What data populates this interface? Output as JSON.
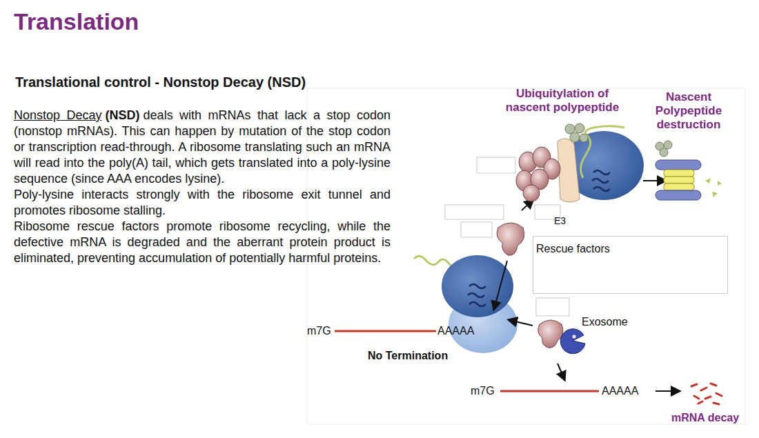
{
  "diagram": {
    "title": "Translation",
    "nodes": [
      {
        "text": [
          "Rescue factors"
        ]
      }
    ],
    "labels": [
      "Translational control - Nonstop Decay (NSD)",
      "Nonstop Decay",
      "(NSD)",
      "deals with mRNAs that lack a stop codon (nonstop mRNAs). This can happen by mutation of the stop codon or transcription read-through. A ribosome translating such an mRNA will read into the poly(A) tail, which gets translated into a poly-lysine sequence (since AAA encodes lysine).",
      "Poly-lysine interacts strongly with the ribosome exit tunnel and promotes ribosome stalling.",
      "Ribosome rescue factors promote ribosome recycling, while the defective mRNA is degraded and the aberrant protein product is eliminated, preventing accumulation of potentially harmful proteins.",
      "Ubiquitylation of nascent polypeptide",
      "Nascent Polypeptide destruction",
      "E3",
      "Exosome",
      "m7G",
      "AAAAA",
      "No Termination",
      "m7G",
      "AAAAA",
      "mRNA decay"
    ]
  }
}
